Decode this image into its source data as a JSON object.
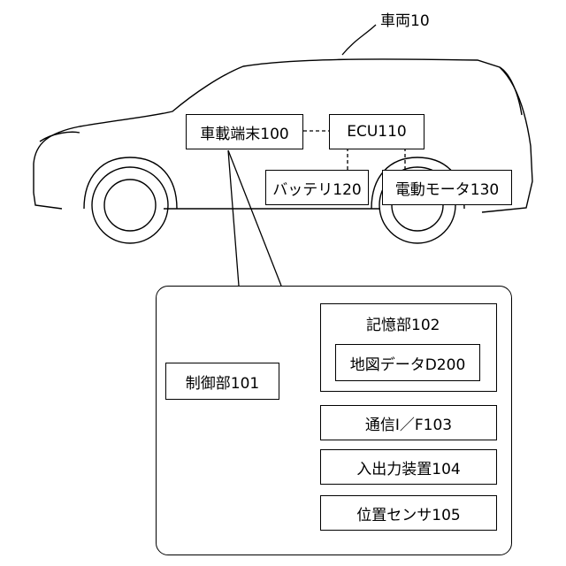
{
  "vehicle": {
    "label": "車両10"
  },
  "car_components": {
    "terminal": "車載端末100",
    "ecu": "ECU110",
    "battery": "バッテリ120",
    "motor": "電動モータ130"
  },
  "terminal_detail": {
    "controller": "制御部101",
    "storage": "記憶部102",
    "map_data": "地図データD200",
    "comm_if": "通信I／F103",
    "io_device": "入出力装置104",
    "position_sensor": "位置センサ105"
  }
}
